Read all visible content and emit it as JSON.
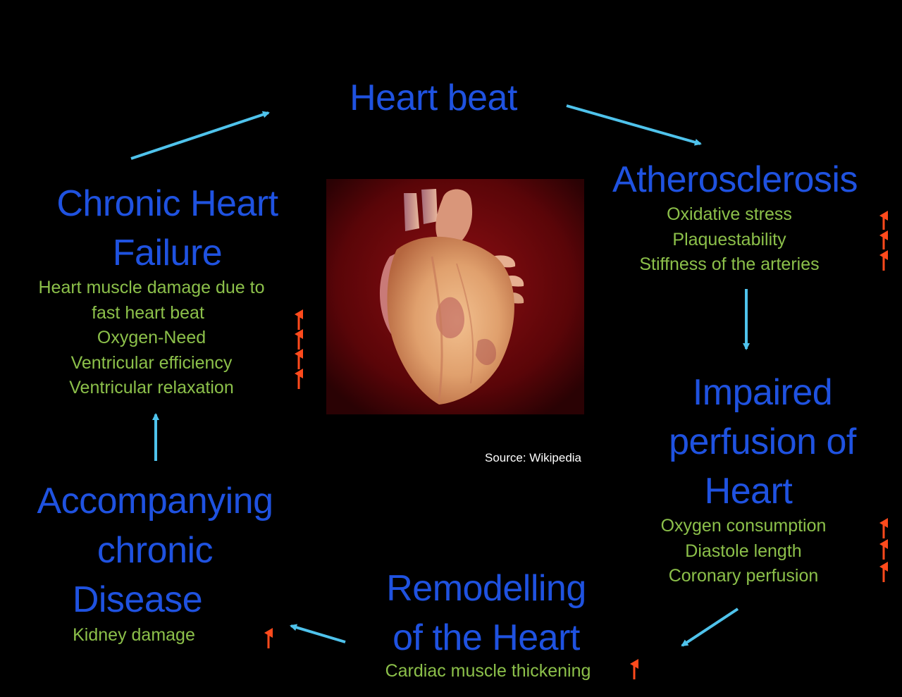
{
  "nodes": {
    "heart_beat": {
      "title": [
        "Heart beat"
      ]
    },
    "atherosclerosis": {
      "title": [
        "Atherosclerosis"
      ],
      "items": [
        "Oxidative stress",
        "Plaquestability",
        "Stiffness of the arteries"
      ]
    },
    "impaired_perfusion": {
      "title": [
        "Impaired",
        "perfusion of",
        "Heart"
      ],
      "items": [
        "Oxygen consumption",
        "Diastole length",
        "Coronary perfusion"
      ]
    },
    "remodelling": {
      "title": [
        "Remodelling",
        "of the Heart"
      ],
      "items": [
        "Cardiac muscle thickening"
      ]
    },
    "accompanying": {
      "title": [
        "Accompanying",
        "chronic",
        "Disease"
      ],
      "items": [
        "Kidney damage"
      ]
    },
    "chronic_failure": {
      "title": [
        "Chronic Heart",
        "Failure"
      ],
      "items": [
        "Heart muscle damage due to",
        "fast heart beat",
        "Oxygen-Need",
        "Ventricular efficiency",
        "Ventricular relaxation"
      ]
    }
  },
  "image": {
    "caption": "Source: Wikipedia",
    "subject": "anatomical heart illustration"
  },
  "colors": {
    "title": "#1f52e0",
    "items": "#8cc04a",
    "arrow": "#4fc3ec",
    "up_arrow": "#ff4a1c",
    "background": "#000000"
  }
}
